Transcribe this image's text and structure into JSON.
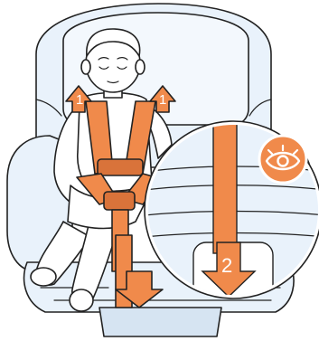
{
  "colors": {
    "seat_fill": "#e9f2fb",
    "seat_fill_dark": "#d6e4f2",
    "outline": "#222222",
    "harness": "#f08a4b",
    "harness_dark": "#d9733a",
    "skin": "#ffffff",
    "badge_bg": "#f08a4b"
  },
  "steps": {
    "pull_up_left": "1",
    "pull_up_right": "1",
    "pull_down": "2"
  },
  "icons": {
    "inspect": "eye-icon"
  }
}
